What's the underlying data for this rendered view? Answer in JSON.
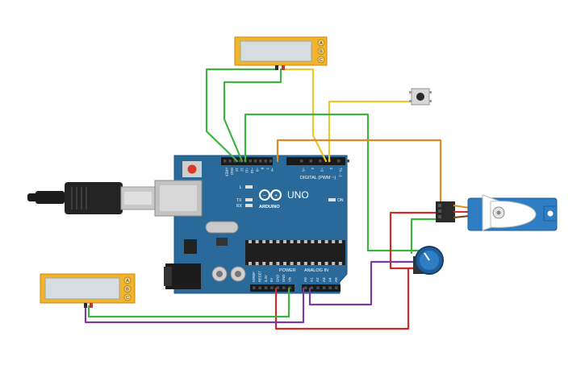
{
  "arduino": {
    "logo": "UNO",
    "brand": "ARDUINO",
    "digital_header": "DIGITAL (PWM ~)",
    "power_header": "POWER",
    "analog_header": "ANALOG IN",
    "on_label": "ON",
    "led_l": "L",
    "led_tx": "TX",
    "led_rx": "RX",
    "digital_pins": [
      "AREF",
      "GND",
      "13",
      "12",
      "~11",
      "~10",
      "~9",
      "8",
      "7",
      "~6",
      "~5",
      "4",
      "~3",
      "2",
      "TX→1",
      "RX←0"
    ],
    "power_pins": [
      "IOREF",
      "RESET",
      "3.3V",
      "5V",
      "GND",
      "GND",
      "Vin"
    ],
    "analog_pins": [
      "A0",
      "A1",
      "A2",
      "A3",
      "A4",
      "A5"
    ]
  },
  "components": {
    "top_meter_pins": [
      "A",
      "B",
      "C"
    ],
    "bottom_meter_pins": [
      "A",
      "B",
      "C"
    ]
  },
  "colors": {
    "board": "#2a6a9a",
    "wire_green": "#3fb33f",
    "wire_yellow": "#e8c82a",
    "wire_orange": "#e08a20",
    "wire_red": "#d42a2a",
    "wire_purple": "#7a3aa0",
    "servo": "#2f7ec4",
    "meter": "#f2b42a"
  }
}
